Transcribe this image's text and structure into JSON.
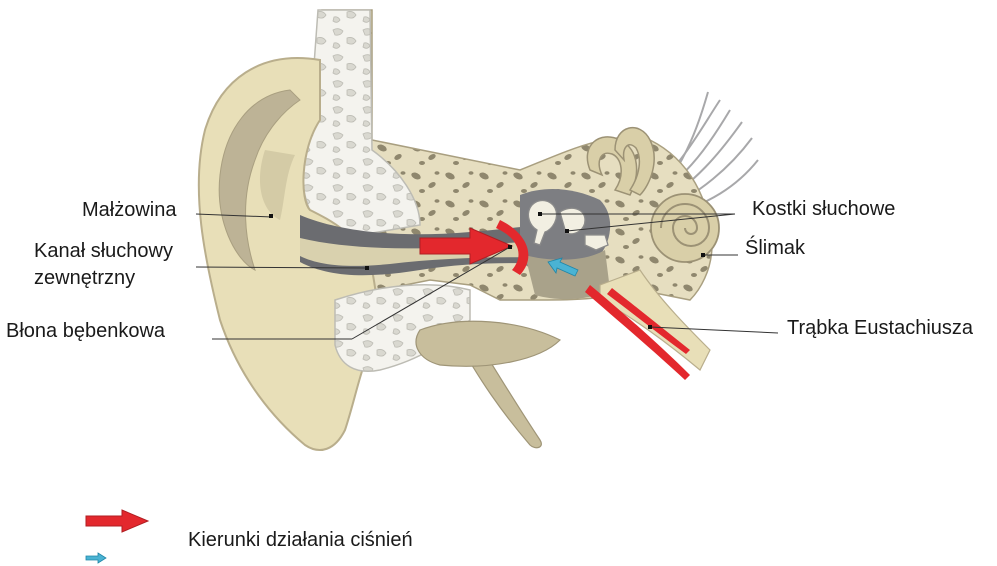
{
  "labels": {
    "auricle": "Małżowina",
    "ear_canal_line1": "Kanał słuchowy",
    "ear_canal_line2": "zewnętrzny",
    "eardrum": "Błona bębenkowa",
    "ossicles": "Kostki słuchowe",
    "cochlea": "Ślimak",
    "eustachian_tube": "Trąbka Eustachiusza"
  },
  "legend": {
    "text": "Kierunki działania ciśnień"
  },
  "colors": {
    "bone": "#e9e1c2",
    "bone_dark": "#b7ae91",
    "skin": "#e8dfb8",
    "skin_shadow": "#bdb396",
    "cavity_gray": "#6b6c70",
    "white_bone": "#f4f3ee",
    "red_arrow": "#e3282d",
    "blue_arrow": "#4ab3d3"
  }
}
